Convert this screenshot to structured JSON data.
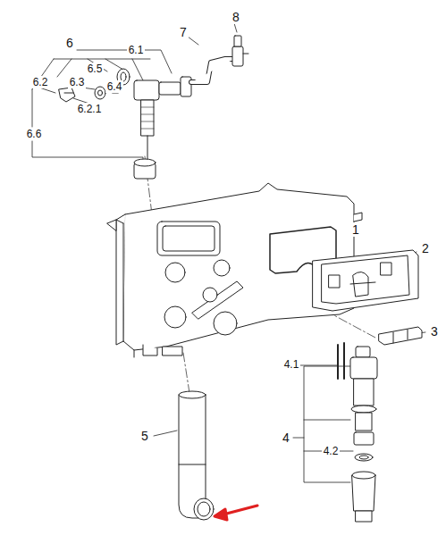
{
  "diagram": {
    "labels": [
      "8",
      "7",
      "6",
      "6.1",
      "6.5",
      "6.4",
      "6.2",
      "6.3",
      "6.2.1",
      "6.6",
      "1",
      "2",
      "3",
      "4",
      "4.1",
      "4.2",
      "5"
    ]
  }
}
